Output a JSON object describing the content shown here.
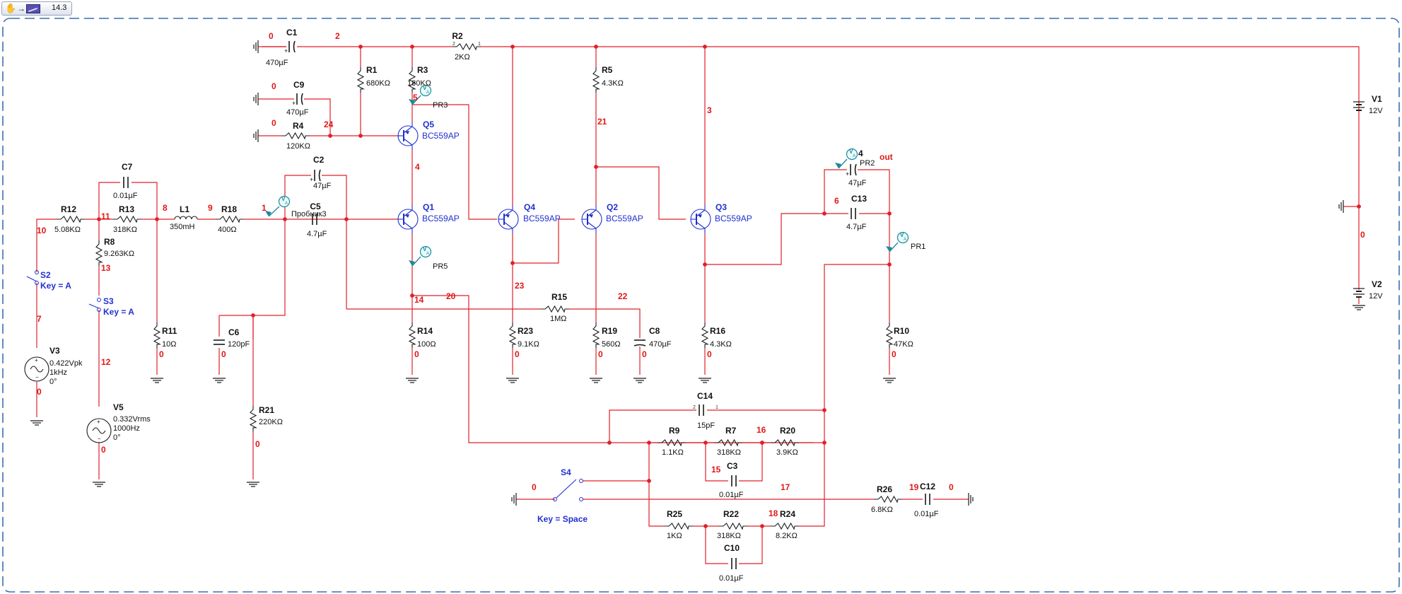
{
  "toolbar": {
    "zoom": "14.3"
  },
  "components": {
    "C1": {
      "name": "C1",
      "value": "470µF"
    },
    "C2": {
      "name": "C2",
      "value": "47µF"
    },
    "C5": {
      "name": "C5",
      "value": "4.7µF"
    },
    "C6": {
      "name": "C6",
      "value": "120pF"
    },
    "C7": {
      "name": "C7",
      "value": "0.01µF"
    },
    "C8": {
      "name": "C8",
      "value": "470µF"
    },
    "C9": {
      "name": "C9",
      "value": "470µF"
    },
    "C10": {
      "name": "C10",
      "value": "0.01µF"
    },
    "C12": {
      "name": "C12",
      "value": "0.01µF"
    },
    "C13": {
      "name": "C13",
      "value": "4.7µF"
    },
    "C14": {
      "name": "C14",
      "value": "15pF"
    },
    "C3": {
      "name": "C3",
      "value": "0.01µF"
    },
    "C4": {
      "name": "4",
      "value": "47µF"
    },
    "R1": {
      "name": "R1",
      "value": "680KΩ"
    },
    "R2": {
      "name": "R2",
      "value": "2KΩ"
    },
    "R3": {
      "name": "R3",
      "value": "180KΩ"
    },
    "R4": {
      "name": "R4",
      "value": "120KΩ"
    },
    "R5": {
      "name": "R5",
      "value": "4.3KΩ"
    },
    "R7": {
      "name": "R7",
      "value": "318KΩ"
    },
    "R8": {
      "name": "R8",
      "value": "9.263KΩ"
    },
    "R9": {
      "name": "R9",
      "value": "1.1KΩ"
    },
    "R10": {
      "name": "R10",
      "value": "47KΩ"
    },
    "R11": {
      "name": "R11",
      "value": "10Ω"
    },
    "R12": {
      "name": "R12",
      "value": "5.08KΩ"
    },
    "R13": {
      "name": "R13",
      "value": "318KΩ"
    },
    "R14": {
      "name": "R14",
      "value": "100Ω"
    },
    "R15": {
      "name": "R15",
      "value": "1MΩ"
    },
    "R16": {
      "name": "R16",
      "value": "4.3KΩ"
    },
    "R18": {
      "name": "R18",
      "value": "400Ω"
    },
    "R19": {
      "name": "R19",
      "value": "560Ω"
    },
    "R20": {
      "name": "R20",
      "value": "3.9KΩ"
    },
    "R21": {
      "name": "R21",
      "value": "220KΩ"
    },
    "R22": {
      "name": "R22",
      "value": "318KΩ"
    },
    "R23": {
      "name": "R23",
      "value": "9.1KΩ"
    },
    "R24": {
      "name": "R24",
      "value": "8.2KΩ"
    },
    "R25": {
      "name": "R25",
      "value": "1KΩ"
    },
    "R26": {
      "name": "R26",
      "value": "6.8KΩ"
    },
    "L1": {
      "name": "L1",
      "value": "350mH"
    },
    "Q1": {
      "name": "Q1",
      "value": "BC559AP"
    },
    "Q2": {
      "name": "Q2",
      "value": "BC559AP"
    },
    "Q3": {
      "name": "Q3",
      "value": "BC559AP"
    },
    "Q4": {
      "name": "Q4",
      "value": "BC559AP"
    },
    "Q5": {
      "name": "Q5",
      "value": "BC559AP"
    },
    "V1": {
      "name": "V1",
      "value": "12V"
    },
    "V2": {
      "name": "V2",
      "value": "12V"
    },
    "V3": {
      "name": "V3",
      "lines": [
        "0.422Vpk",
        "1kHz",
        "0°"
      ]
    },
    "V5": {
      "name": "V5",
      "lines": [
        "0.332Vrms",
        "1000Hz",
        "0°"
      ]
    },
    "S2": {
      "name": "S2",
      "key": "Key = A"
    },
    "S3": {
      "name": "S3",
      "key": "Key = A"
    },
    "S4": {
      "name": "S4",
      "key": "Key = Space"
    }
  },
  "probes": {
    "PR1": "PR1",
    "PR2": "PR2",
    "PR3": "PR3",
    "PR5": "PR5",
    "P3": "Пробник3",
    "meter": "V",
    "meter_sub": "A",
    "out": "out"
  },
  "nets": {
    "n0": "0",
    "n1": "1",
    "n2": "2",
    "n3": "3",
    "n4": "4",
    "n5": "5",
    "n6": "6",
    "n7": "7",
    "n8": "8",
    "n9": "9",
    "n10": "10",
    "n11": "11",
    "n12": "12",
    "n13": "13",
    "n14": "14",
    "n15": "15",
    "n16": "16",
    "n17": "17",
    "n18": "18",
    "n19": "19",
    "n20": "20",
    "n21": "21",
    "n22": "22",
    "n23": "23",
    "n24": "24"
  },
  "pins": {
    "p1": "1",
    "p2": "2",
    "p3": "3"
  },
  "colors": {
    "wire": "#e0202a",
    "text": "#111111",
    "component": "#1a1a1a",
    "semi": "#2030d0",
    "net": "#e01818",
    "frame": "#3a6fb0",
    "probe": "#1a8a9a"
  }
}
